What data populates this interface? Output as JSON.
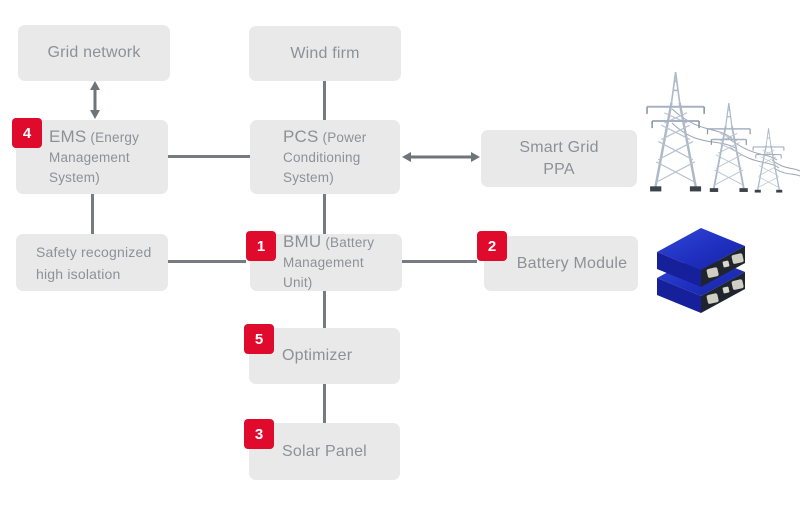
{
  "colors": {
    "box_bg": "#e9e9e9",
    "box_text": "#8d9196",
    "badge_bg": "#e00a2d",
    "badge_text": "#ffffff",
    "connector": "#757b80"
  },
  "boxes": {
    "grid_network": {
      "label": "Grid network"
    },
    "wind_firm": {
      "label": "Wind firm"
    },
    "ems": {
      "badge": "4",
      "abbr": "EMS",
      "rest": "(Energy Management System)"
    },
    "pcs": {
      "abbr": "PCS",
      "rest": "(Power Conditioning System)"
    },
    "smart_grid": {
      "line1": "Smart Grid",
      "line2": "PPA"
    },
    "safety": {
      "line1": "Safety recognized",
      "line2": "high isolation"
    },
    "bmu": {
      "badge": "1",
      "abbr": "BMU",
      "rest": "(Battery Management Unit)"
    },
    "battery_module": {
      "badge": "2",
      "label": "Battery Module"
    },
    "optimizer": {
      "badge": "5",
      "label": "Optimizer"
    },
    "solar_panel": {
      "badge": "3",
      "label": "Solar Panel"
    }
  },
  "images": {
    "towers": "transmission-towers",
    "battery": "stacked-battery-cells"
  }
}
